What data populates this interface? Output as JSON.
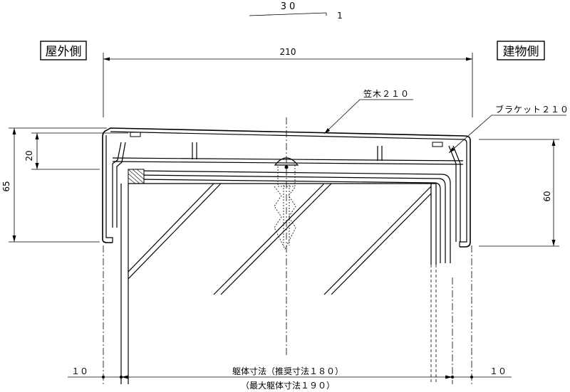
{
  "slope": {
    "rise": "30",
    "run": "1"
  },
  "side_labels": {
    "outdoor": "屋外側",
    "building": "建物側"
  },
  "dimensions": {
    "overall_width": "210",
    "left_height": "65",
    "left_inner": "20",
    "right_height": "60",
    "left_margin": "１０",
    "right_margin": "１０",
    "body_size": "躯体寸法（推奨寸法１８０）",
    "max_body_size": "（最大躯体寸法１９０）"
  },
  "callouts": {
    "kasagi": "笠木２１０",
    "bracket": "ブラケット２１０"
  }
}
